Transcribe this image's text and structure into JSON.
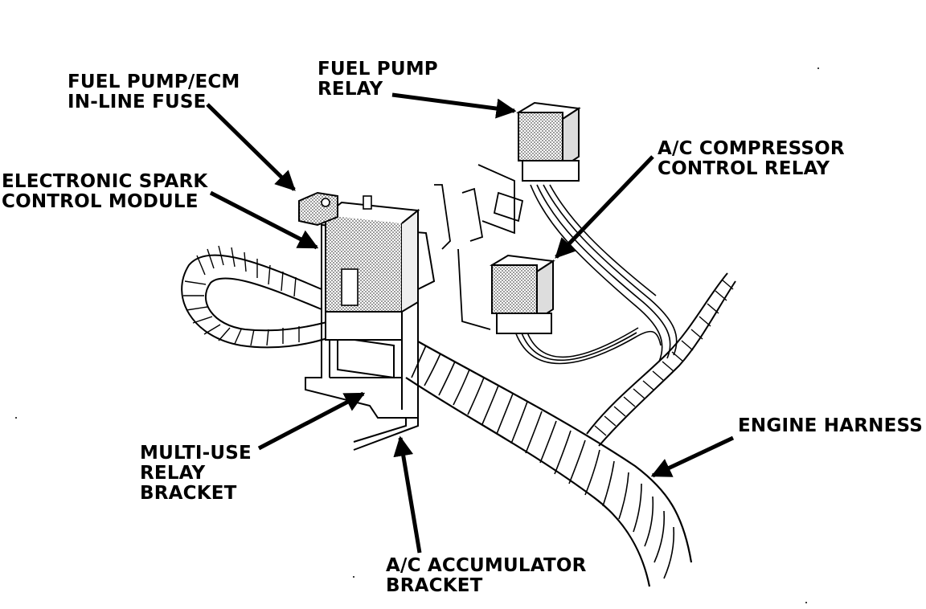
{
  "labels": {
    "fuse": {
      "line1": "FUEL PUMP/ECM",
      "line2": "IN-LINE FUSE"
    },
    "esc": {
      "line1": "ELECTRONIC SPARK",
      "line2": "CONTROL MODULE"
    },
    "fuel_relay": {
      "line1": "FUEL PUMP",
      "line2": "RELAY"
    },
    "ac_relay": {
      "line1": "A/C COMPRESSOR",
      "line2": "CONTROL RELAY"
    },
    "harness": {
      "line1": "ENGINE HARNESS"
    },
    "bracket": {
      "line1": "MULTI-USE",
      "line2": "RELAY",
      "line3": "BRACKET"
    },
    "accumulator": {
      "line1": "A/C ACCUMULATOR",
      "line2": "BRACKET"
    }
  },
  "colors": {
    "ink": "#000000",
    "paper": "#ffffff",
    "stipple": "#8a8a8a"
  }
}
